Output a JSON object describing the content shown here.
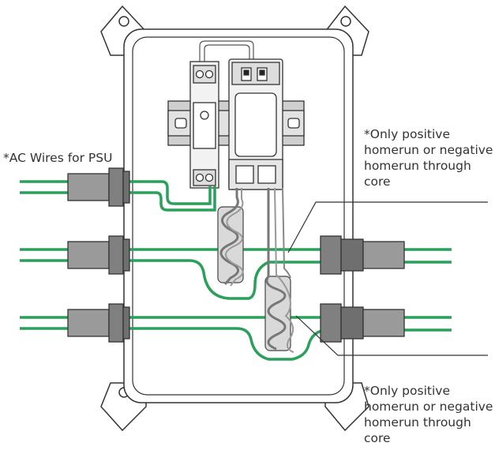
{
  "labels": {
    "ac_wires": "*AC Wires for PSU",
    "note_top": [
      "*Only  positive",
      "homerun or negative",
      "homerun  through",
      "core"
    ],
    "note_bottom": [
      "*Only  positive",
      "homerun or negative",
      "homerun  through",
      "core"
    ]
  },
  "colors": {
    "wire_green": "#2aa05a",
    "grommet_gray": "#9a9a9a",
    "grommet_dark": "#6f6f6f",
    "outline": "#333333",
    "enclosure": "#ffffff"
  },
  "icons": [
    "mounting-tab-icon",
    "cable-gland-icon",
    "ferrite-core-icon",
    "power-supply-icon",
    "din-rail-icon"
  ]
}
